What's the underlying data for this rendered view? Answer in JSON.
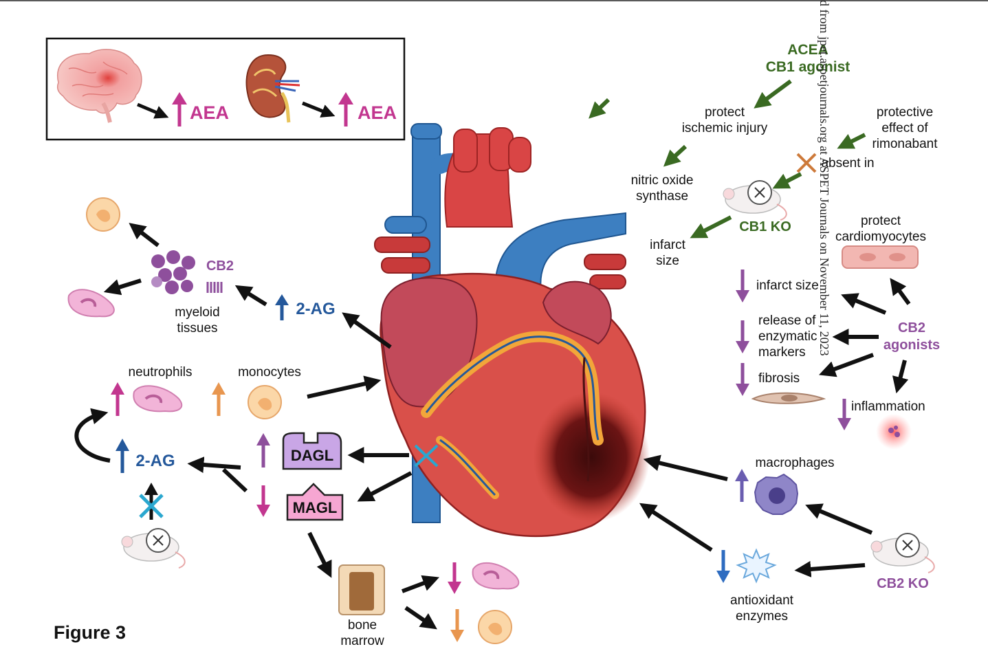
{
  "figure_label": "Figure 3",
  "inset": {
    "aea_brain": "AEA",
    "aea_kidney": "AEA"
  },
  "cb1": {
    "agonist": "ACEA\nCB1 agonist",
    "protect_ischemic": "protect\nischemic injury",
    "nos": "nitric oxide\nsynthase",
    "infarct_size": "infarct\nsize",
    "rimonabant": "protective\neffect of\nrimonabant",
    "absent_in": "absent in",
    "cb1_ko": "CB1 KO"
  },
  "cb2": {
    "protect_cardio": "protect\ncardiomyocytes",
    "infarct_size": "infarct size",
    "release_markers": "release of\nenzymatic\nmarkers",
    "fibrosis": "fibrosis",
    "inflammation": "inflammation",
    "agonists": "CB2\nagonists",
    "macrophages": "macrophages",
    "antioxidant": "antioxidant\nenzymes",
    "cb2_ko": "CB2 KO"
  },
  "left": {
    "cb2": "CB2",
    "myeloid": "myeloid\ntissues",
    "two_ag_top": "2-AG",
    "neutrophils": "neutrophils",
    "monocytes": "monocytes",
    "two_ag_left": "2-AG",
    "dagl": "DAGL",
    "magl": "MAGL",
    "bone_marrow": "bone\nmarrow"
  },
  "stamp": "d from jpet.aspetjournals.org at ASPET Journals on November 11, 2023",
  "colors": {
    "pink": "#c2368f",
    "blue": "#24589b",
    "purple": "#8e4f9c",
    "green": "#3a6a22",
    "orange": "#e8964f",
    "arrow": "#111111",
    "dagl_fill": "#c9a6e6",
    "magl_fill": "#f6a6d2"
  },
  "icons": [
    "brain-icon",
    "kidney-icon",
    "heart-icon",
    "mouse-icon",
    "cell-icon",
    "x-mark-icon",
    "arrow-icon"
  ]
}
